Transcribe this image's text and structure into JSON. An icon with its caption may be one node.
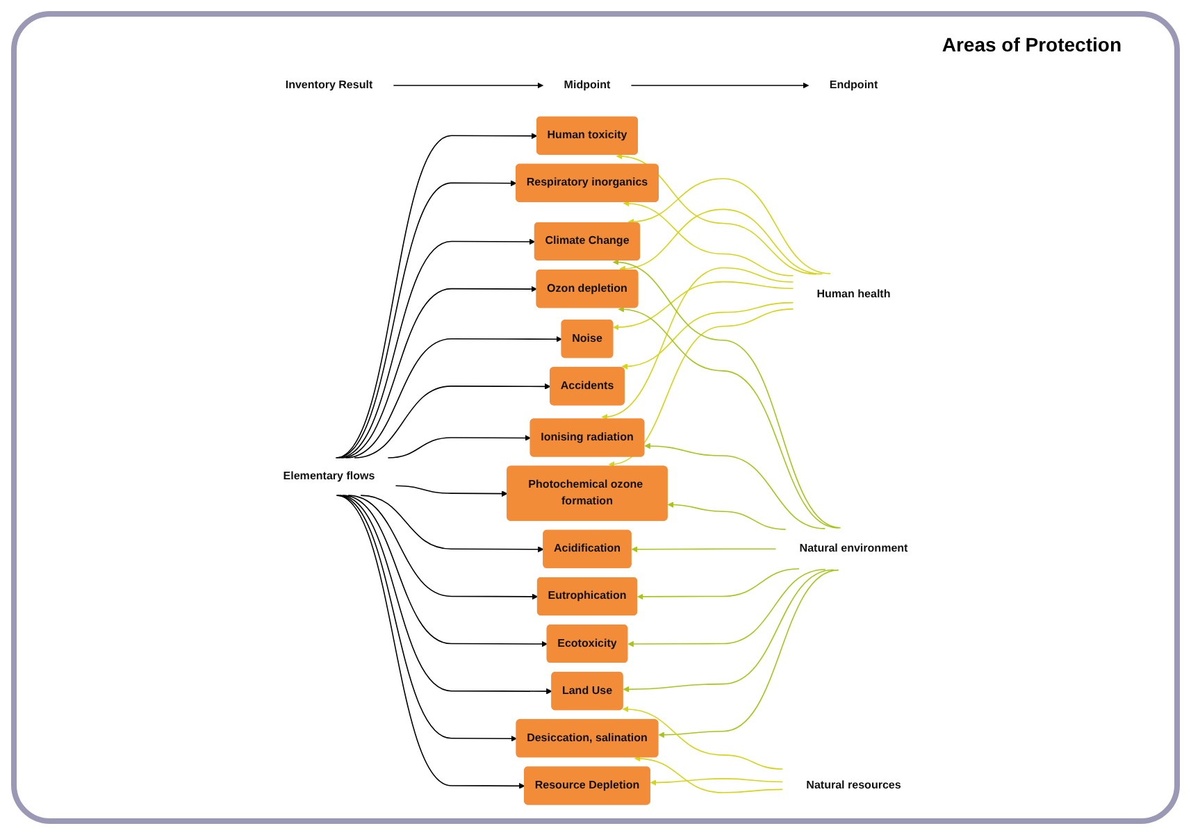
{
  "diagram": {
    "nodes": [
      {
        "text": [
          "Inventory Result"
        ]
      },
      {
        "text": [
          "Midpoint"
        ]
      },
      {
        "text": [
          "Endpoint"
        ]
      },
      {
        "text": [
          "Elementary flows"
        ]
      },
      {
        "text": [
          "Climate Change"
        ]
      },
      {
        "text": [
          "Ozon depletion"
        ]
      },
      {
        "text": [
          "Human toxicity"
        ]
      },
      {
        "text": [
          "Respiratory inorganics"
        ]
      },
      {
        "text": [
          "Ionising radiation"
        ]
      },
      {
        "text": [
          "Noise"
        ]
      },
      {
        "text": [
          "Accidents"
        ]
      },
      {
        "text": [
          "Photochemical ozone formation"
        ]
      },
      {
        "text": [
          "Acidification"
        ]
      },
      {
        "text": [
          "Eutrophication"
        ]
      },
      {
        "text": [
          "Ecotoxicity"
        ]
      },
      {
        "text": [
          "Land Use"
        ]
      },
      {
        "text": [
          "Resource Depletion"
        ]
      },
      {
        "text": [
          "Desiccation, salination"
        ]
      },
      {
        "text": [
          "Human health"
        ]
      },
      {
        "text": [
          "Natural environment"
        ]
      },
      {
        "text": [
          "Natural resources"
        ]
      }
    ],
    "edges": [
      {
        "from": 0,
        "to": 1,
        "arrow": "to"
      },
      {
        "from": 1,
        "to": 2,
        "arrow": "to"
      },
      {
        "from": 3,
        "to": 4,
        "arrow": "to"
      },
      {
        "from": 3,
        "to": 5,
        "arrow": "to"
      },
      {
        "from": 3,
        "to": 6,
        "arrow": "to"
      },
      {
        "from": 3,
        "to": 7,
        "arrow": "to"
      },
      {
        "from": 3,
        "to": 8,
        "arrow": "to"
      },
      {
        "from": 3,
        "to": 9,
        "arrow": "to"
      },
      {
        "from": 3,
        "to": 10,
        "arrow": "to"
      },
      {
        "from": 3,
        "to": 11,
        "arrow": "to"
      },
      {
        "from": 3,
        "to": 12,
        "arrow": "to"
      },
      {
        "from": 3,
        "to": 13,
        "arrow": "to"
      },
      {
        "from": 3,
        "to": 14,
        "arrow": "to"
      },
      {
        "from": 3,
        "to": 15,
        "arrow": "to"
      },
      {
        "from": 3,
        "to": 16,
        "arrow": "to"
      },
      {
        "from": 3,
        "to": 17,
        "arrow": "to"
      },
      {
        "from": 18,
        "to": 4,
        "arrow": "to",
        "color": "#d4d41a"
      },
      {
        "from": 18,
        "to": 5,
        "arrow": "to",
        "color": "#d4d41a"
      },
      {
        "from": 18,
        "to": 6,
        "arrow": "to",
        "color": "#d4d41a"
      },
      {
        "from": 18,
        "to": 7,
        "arrow": "to",
        "color": "#d4d41a"
      },
      {
        "from": 18,
        "to": 8,
        "arrow": "to",
        "color": "#d4d41a"
      },
      {
        "from": 18,
        "to": 9,
        "arrow": "to",
        "color": "#d4d41a"
      },
      {
        "from": 18,
        "to": 10,
        "arrow": "to",
        "color": "#d4d41a"
      },
      {
        "from": 18,
        "to": 11,
        "arrow": "to",
        "color": "#d4d41a"
      },
      {
        "from": 19,
        "to": 4,
        "arrow": "to",
        "color": "#a8c41c"
      },
      {
        "from": 19,
        "to": 5,
        "arrow": "to",
        "color": "#a8c41c"
      },
      {
        "from": 19,
        "to": 8,
        "arrow": "to",
        "color": "#a8c41c"
      },
      {
        "from": 19,
        "to": 11,
        "arrow": "to",
        "color": "#a8c41c"
      },
      {
        "from": 19,
        "to": 12,
        "arrow": "to",
        "color": "#a8c41c"
      },
      {
        "from": 19,
        "to": 13,
        "arrow": "to",
        "color": "#a8c41c"
      },
      {
        "from": 19,
        "to": 14,
        "arrow": "to",
        "color": "#a8c41c"
      },
      {
        "from": 19,
        "to": 15,
        "arrow": "to",
        "color": "#a8c41c"
      },
      {
        "from": 19,
        "to": 17,
        "arrow": "to",
        "color": "#a8c41c"
      },
      {
        "from": 20,
        "to": 15,
        "arrow": "to",
        "color": "#d4d41a"
      },
      {
        "from": 20,
        "to": 16,
        "arrow": "to",
        "color": "#d4d41a"
      },
      {
        "from": 20,
        "to": 17,
        "arrow": "to",
        "color": "#d4d41a"
      }
    ],
    "labels": [
      "Areas of Protection"
    ]
  }
}
